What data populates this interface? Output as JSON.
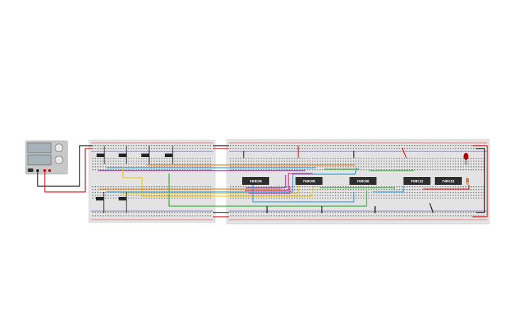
{
  "app": {
    "title": ""
  },
  "power_supply": {
    "body_color": "#c8c8c8",
    "display_color": "#a7b3bb",
    "knob_color": "#e8e8e8",
    "terminals": [
      "black",
      "red",
      "red"
    ]
  },
  "chips": [
    {
      "label": "74HC86"
    },
    {
      "label": "74HC08"
    },
    {
      "label": "74HC08"
    },
    {
      "label": "74HC32"
    },
    {
      "label": "74HC32"
    }
  ],
  "switches": {
    "top_count": 4,
    "bottom_count": 2
  },
  "led": {
    "color": "#b30000"
  },
  "colors": {
    "breadboard": "#e3e3e3",
    "rail_red": "#e01010",
    "rail_blue": "#1a1a8a",
    "wire_red": "#e01a1a",
    "wire_black": "#1a1a1a",
    "wire_yellow": "#f2c81c",
    "wire_green": "#3aae3a",
    "wire_purple": "#8a2aa8",
    "wire_magenta": "#d0308a",
    "wire_blue": "#3aa0d8",
    "wire_orange": "#e8821c",
    "chip": "#2e2e2e"
  }
}
